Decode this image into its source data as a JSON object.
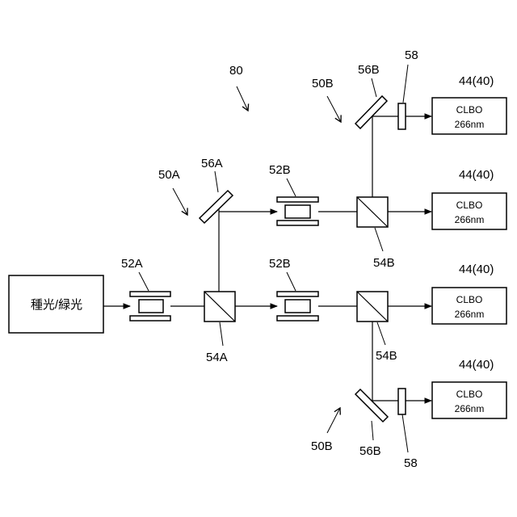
{
  "source_label": "種光/緑光",
  "figure_label": "80",
  "stages": {
    "stage_a": {
      "name": "50A",
      "modulator": "52A",
      "splitter": "54A",
      "mirror": "56A"
    },
    "stage_b_upper": {
      "name": "50B",
      "modulator": "52B",
      "splitter": "54B",
      "mirror": "56B",
      "plate": "58"
    },
    "stage_b_lower": {
      "name": "50B",
      "modulator": "52B",
      "splitter": "54B",
      "mirror": "56B",
      "plate": "58"
    }
  },
  "crystals": [
    {
      "ref": "44(40)",
      "name": "CLBO",
      "wavelength": "266nm"
    },
    {
      "ref": "44(40)",
      "name": "CLBO",
      "wavelength": "266nm"
    },
    {
      "ref": "44(40)",
      "name": "CLBO",
      "wavelength": "266nm"
    },
    {
      "ref": "44(40)",
      "name": "CLBO",
      "wavelength": "266nm"
    }
  ]
}
